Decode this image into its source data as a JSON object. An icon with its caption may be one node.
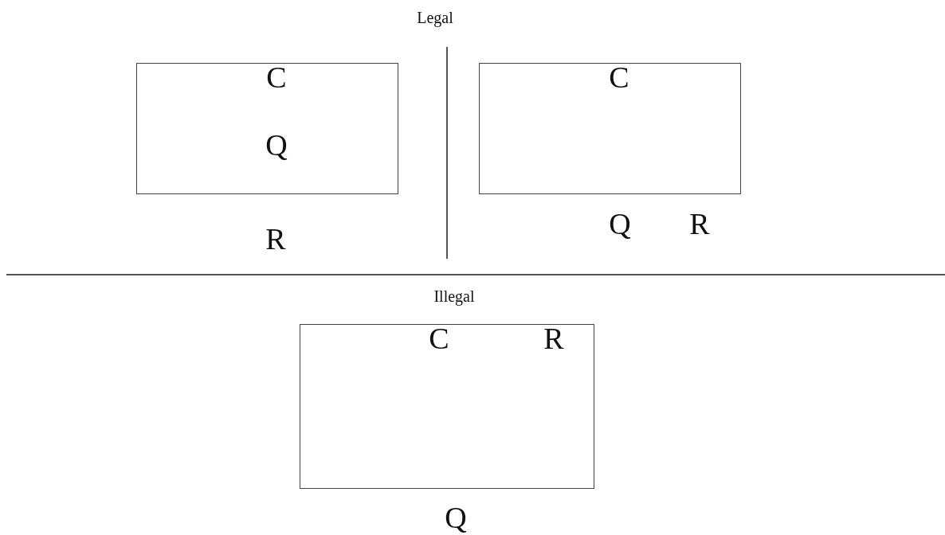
{
  "diagram": {
    "nodes": [
      {
        "text": [
          "C",
          "Q"
        ],
        "beside": [
          "R"
        ]
      },
      {
        "text": [
          "C"
        ],
        "beside": [
          "Q",
          "R"
        ]
      },
      {
        "text": [
          "C",
          "R"
        ],
        "beside": [
          "Q"
        ]
      }
    ],
    "labels": [
      "Legal",
      "Illegal"
    ]
  }
}
